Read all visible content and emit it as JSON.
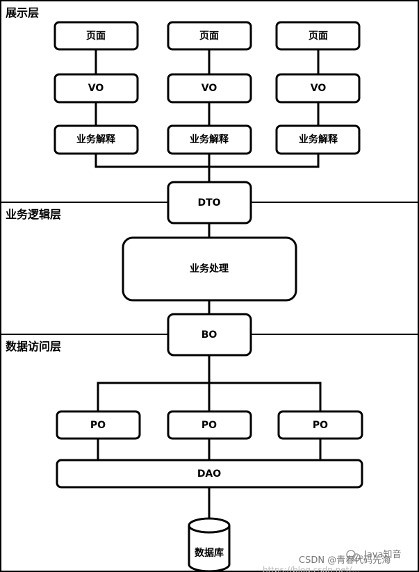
{
  "layers": {
    "presentation": "展示层",
    "business": "业务逻辑层",
    "data_access": "数据访问层"
  },
  "nodes": {
    "page_1": "页面",
    "page_2": "页面",
    "page_3": "页面",
    "vo_1": "VO",
    "vo_2": "VO",
    "vo_3": "VO",
    "interp_1": "业务解释",
    "interp_2": "业务解释",
    "interp_3": "业务解释",
    "dto": "DTO",
    "biz_process": "业务处理",
    "bo": "BO",
    "po_1": "PO",
    "po_2": "PO",
    "po_3": "PO",
    "dao": "DAO",
    "database": "数据库"
  },
  "watermark": {
    "brand": "Java知音",
    "credit": "CSDN @青春代码先海",
    "url": "https://blog.csdn.net/..."
  }
}
